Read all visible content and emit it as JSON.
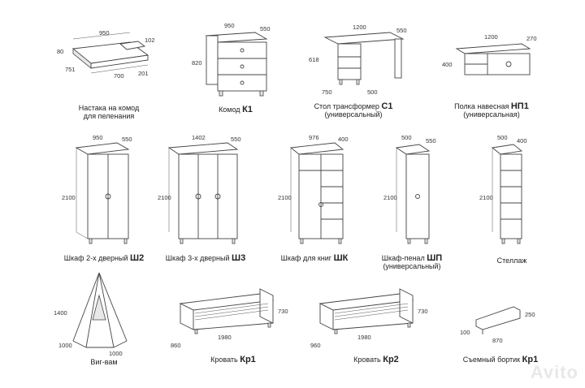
{
  "items": [
    {
      "name": "Настака на комод",
      "name2": "для пеленания",
      "code": "",
      "dims": [
        "950",
        "700",
        "201",
        "80",
        "102",
        "751"
      ]
    },
    {
      "name": "Комод",
      "code": "К1",
      "dims": [
        "950",
        "550",
        "820"
      ]
    },
    {
      "name": "Стол трансформер",
      "code": "С1",
      "sub": "(универсальный)",
      "dims": [
        "1200",
        "550",
        "618",
        "500",
        "750"
      ]
    },
    {
      "name": "Полка навесная",
      "code": "НП1",
      "sub": "(универсальная)",
      "dims": [
        "1200",
        "270",
        "400"
      ]
    },
    {
      "name": "Шкаф 2-х дверный",
      "code": "Ш2",
      "dims": [
        "950",
        "550",
        "2100"
      ]
    },
    {
      "name": "Шкаф 3-х дверный",
      "code": "Ш3",
      "dims": [
        "1402",
        "550",
        "2100"
      ]
    },
    {
      "name": "Шкаф для книг",
      "code": "ШК",
      "dims": [
        "976",
        "400",
        "2100"
      ]
    },
    {
      "name": "Шкаф-пенал",
      "code": "ШП",
      "sub": "(универсальный)",
      "dims": [
        "500",
        "550",
        "2100"
      ]
    },
    {
      "name": "Стеллаж",
      "code": "",
      "dims": [
        "500",
        "400",
        "2100"
      ]
    },
    {
      "name": "Виг-вам",
      "code": "",
      "dims": [
        "1400",
        "1000",
        "1000"
      ]
    },
    {
      "name": "Кровать",
      "code": "Кр1",
      "dims": [
        "1980",
        "860",
        "730"
      ]
    },
    {
      "name": "Кровать",
      "code": "Кр2",
      "dims": [
        "1980",
        "960",
        "730"
      ]
    },
    {
      "name": "Съемный бортик",
      "code": "Кр1",
      "dims": [
        "870",
        "100",
        "250"
      ]
    }
  ],
  "watermark": "Avito"
}
